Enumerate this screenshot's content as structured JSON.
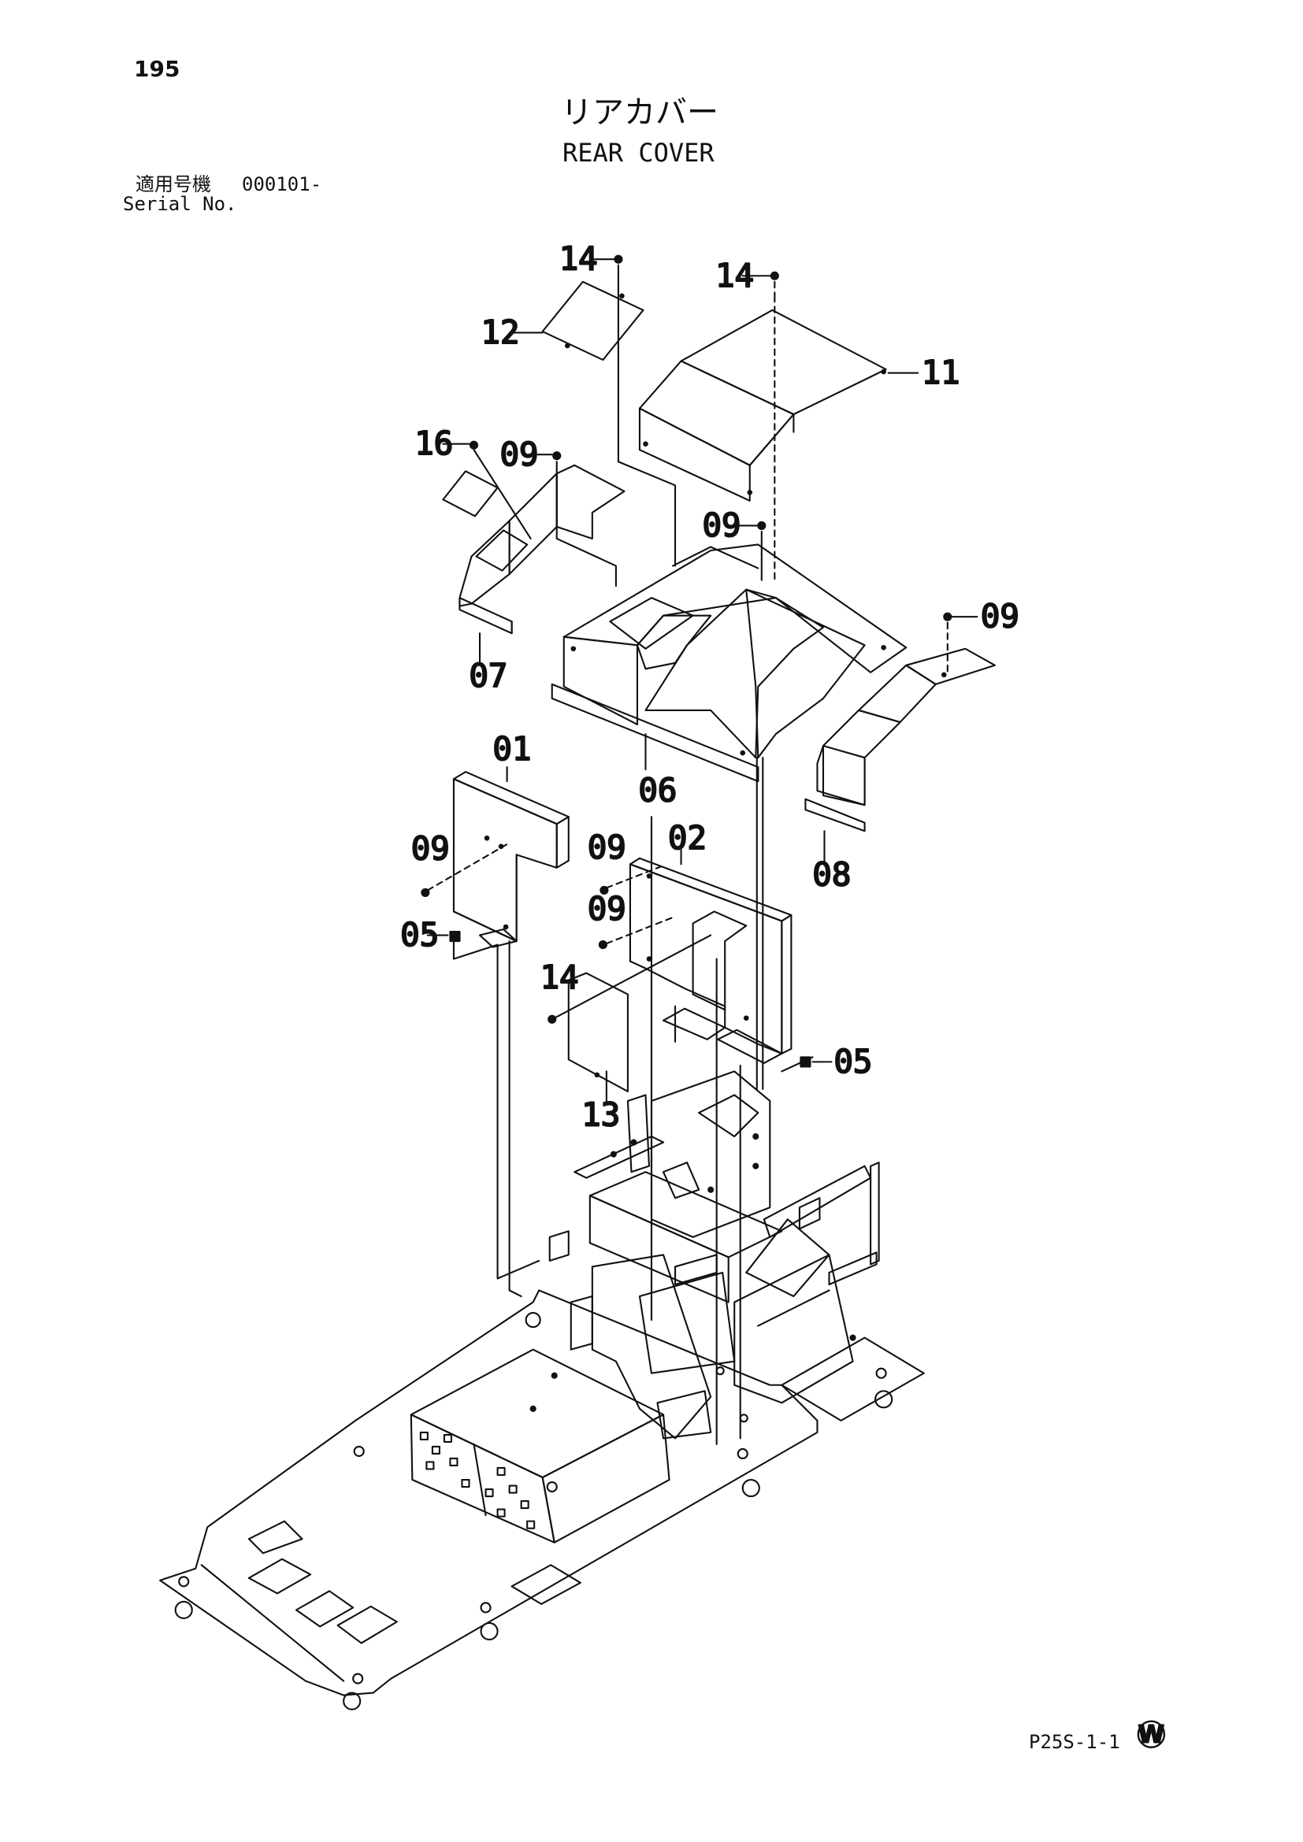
{
  "header": {
    "page_number": "195",
    "title_jp": "リアカバー",
    "title_en": "REAR COVER",
    "serial_label_jp": "適用号機",
    "serial_value": "000101-",
    "serial_label_en": "Serial No."
  },
  "callouts": {
    "p01": "01",
    "p02": "02",
    "p05a": "05",
    "p05b": "05",
    "p06": "06",
    "p07": "07",
    "p08": "08",
    "p09a": "09",
    "p09b": "09",
    "p09c": "09",
    "p09d": "09",
    "p09e": "09",
    "p09f": "09",
    "p11": "11",
    "p12": "12",
    "p13": "13",
    "p14a": "14",
    "p14b": "14",
    "p14c": "14",
    "p16": "16"
  },
  "footer": {
    "mark": "W",
    "drawing_code": "P25S-1-1"
  }
}
